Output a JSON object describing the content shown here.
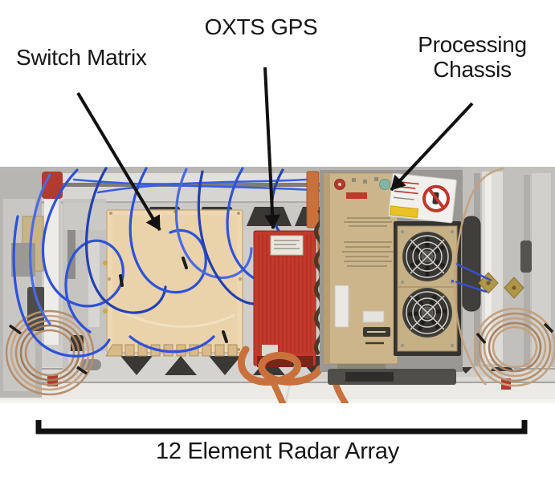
{
  "figure": {
    "annotations": {
      "switch_matrix": "Switch Matrix",
      "oxts_gps": "OXTS GPS",
      "processing_chassis": "Processing Chassis",
      "radar_array": "12 Element Radar Array"
    },
    "colors": {
      "annotation_ink": "#141414",
      "background": "#ffffff",
      "oxts_gps_red": "#c13a2b",
      "chassis_tan": "#ccb58a",
      "switch_matrix_cream": "#eed8b2",
      "cable_blue": "#2e52d8",
      "strap_orange": "#c9713c",
      "coax_coil_copper": "#bb9574",
      "frame_aluminum": "#d0ceca",
      "caution_red": "#c5352a",
      "caution_yellow": "#e9c227"
    }
  }
}
